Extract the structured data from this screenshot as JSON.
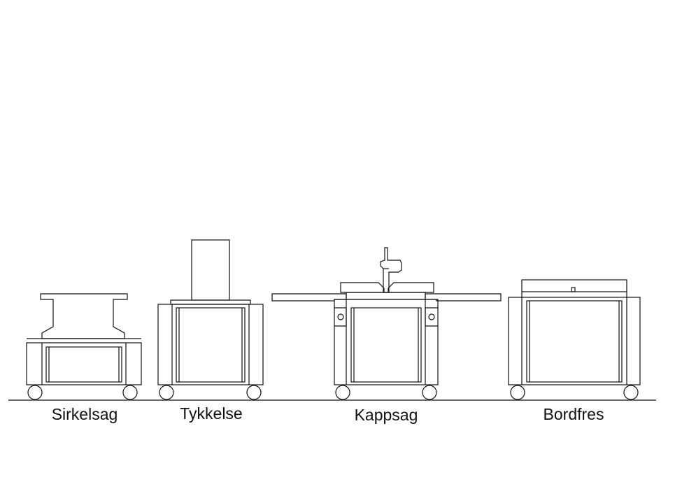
{
  "labels": {
    "sirkelsag": "Sirkelsag",
    "tykkelse": "Tykkelse",
    "kappsag": "Kappsag",
    "bordfres": "Bordfres"
  },
  "colors": {
    "line": "#111111",
    "background": "#ffffff"
  }
}
